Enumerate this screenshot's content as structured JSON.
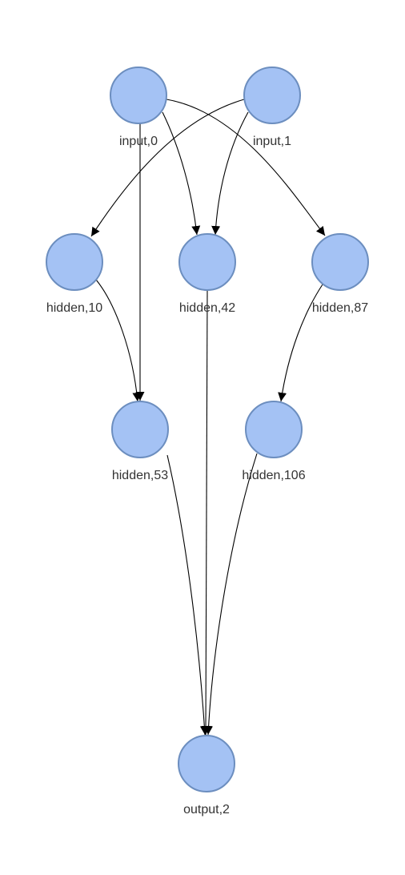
{
  "diagram": {
    "node_fill": "#a4c2f4",
    "node_stroke": "#6c8ebf",
    "edge_color": "#000000",
    "label_color": "#333333",
    "nodes": [
      {
        "id": "n-input-0",
        "label": "input,0"
      },
      {
        "id": "n-input-1",
        "label": "input,1"
      },
      {
        "id": "n-hidden-10",
        "label": "hidden,10"
      },
      {
        "id": "n-hidden-42",
        "label": "hidden,42"
      },
      {
        "id": "n-hidden-87",
        "label": "hidden,87"
      },
      {
        "id": "n-hidden-53",
        "label": "hidden,53"
      },
      {
        "id": "n-hidden-106",
        "label": "hidden,106"
      },
      {
        "id": "n-output-2",
        "label": "output,2"
      }
    ],
    "edges": [
      {
        "from": "input,0",
        "to": "hidden,53"
      },
      {
        "from": "input,0",
        "to": "hidden,42"
      },
      {
        "from": "input,0",
        "to": "hidden,87"
      },
      {
        "from": "input,1",
        "to": "hidden,10"
      },
      {
        "from": "input,1",
        "to": "hidden,42"
      },
      {
        "from": "hidden,10",
        "to": "hidden,53"
      },
      {
        "from": "hidden,87",
        "to": "hidden,106"
      },
      {
        "from": "hidden,42",
        "to": "output,2"
      },
      {
        "from": "hidden,53",
        "to": "output,2"
      },
      {
        "from": "hidden,106",
        "to": "output,2"
      }
    ]
  }
}
